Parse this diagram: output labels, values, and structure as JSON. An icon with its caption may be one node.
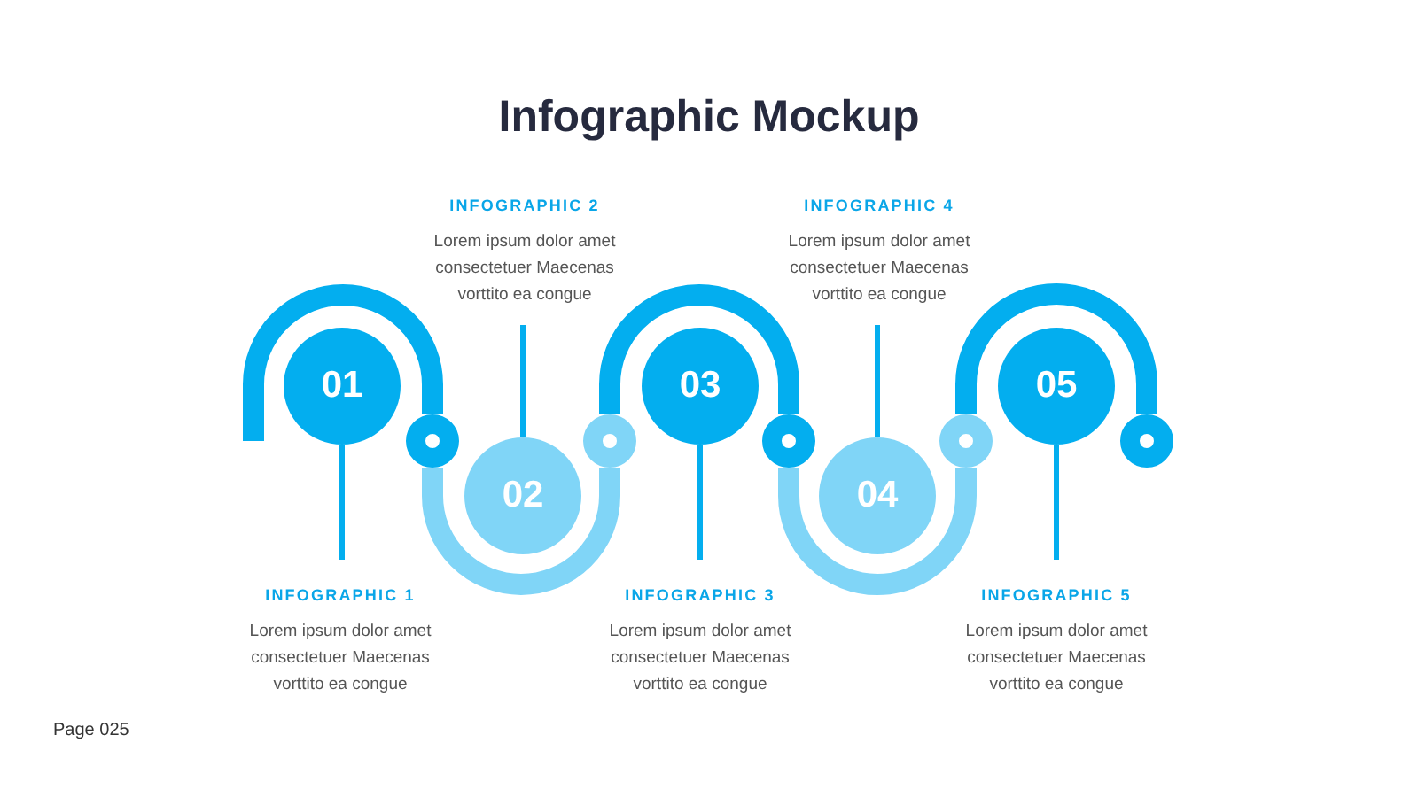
{
  "diagram": {
    "title": "Infographic Mockup",
    "nodes": [
      {
        "text": [
          "01"
        ]
      },
      {
        "text": [
          "02"
        ]
      },
      {
        "text": [
          "03"
        ]
      },
      {
        "text": [
          "04"
        ]
      },
      {
        "text": [
          "05"
        ]
      },
      {
        "text": [
          "INFOGRAPHIC 1",
          "Lorem ipsum dolor amet consectetuer Maecenas vorttito ea congue"
        ]
      },
      {
        "text": [
          "INFOGRAPHIC 2",
          "Lorem ipsum dolor amet consectetuer Maecenas vorttito ea congue"
        ]
      },
      {
        "text": [
          "INFOGRAPHIC 3",
          "Lorem ipsum dolor amet consectetuer Maecenas vorttito ea congue"
        ]
      },
      {
        "text": [
          "INFOGRAPHIC 4",
          "Lorem ipsum dolor amet consectetuer Maecenas vorttito ea congue"
        ]
      },
      {
        "text": [
          "INFOGRAPHIC 5",
          "Lorem ipsum dolor amet consectetuer Maecenas vorttito ea congue"
        ]
      },
      {
        "text": [],
        "shape": "circle"
      },
      {
        "text": [],
        "shape": "circle"
      },
      {
        "text": [],
        "shape": "circle"
      },
      {
        "text": [],
        "shape": "circle"
      },
      {
        "text": [],
        "shape": "circle"
      }
    ],
    "edges": [
      {
        "from": 0,
        "to": 5,
        "arrow": "none"
      },
      {
        "from": 1,
        "to": 6,
        "arrow": "none"
      },
      {
        "from": 2,
        "to": 7,
        "arrow": "none"
      },
      {
        "from": 3,
        "to": 8,
        "arrow": "none"
      },
      {
        "from": 4,
        "to": 9,
        "arrow": "none"
      },
      {
        "from": null,
        "to": 10,
        "arrow": "none",
        "style": "thick"
      },
      {
        "from": 10,
        "to": 11,
        "arrow": "none",
        "style": "thick",
        "color": "#80d5f7"
      },
      {
        "from": 11,
        "to": 12,
        "arrow": "none",
        "style": "thick"
      },
      {
        "from": 12,
        "to": 13,
        "arrow": "none",
        "style": "thick",
        "color": "#80d5f7"
      },
      {
        "from": 13,
        "to": 14,
        "arrow": "none",
        "style": "thick"
      }
    ],
    "labels": [
      "Page 025"
    ]
  }
}
